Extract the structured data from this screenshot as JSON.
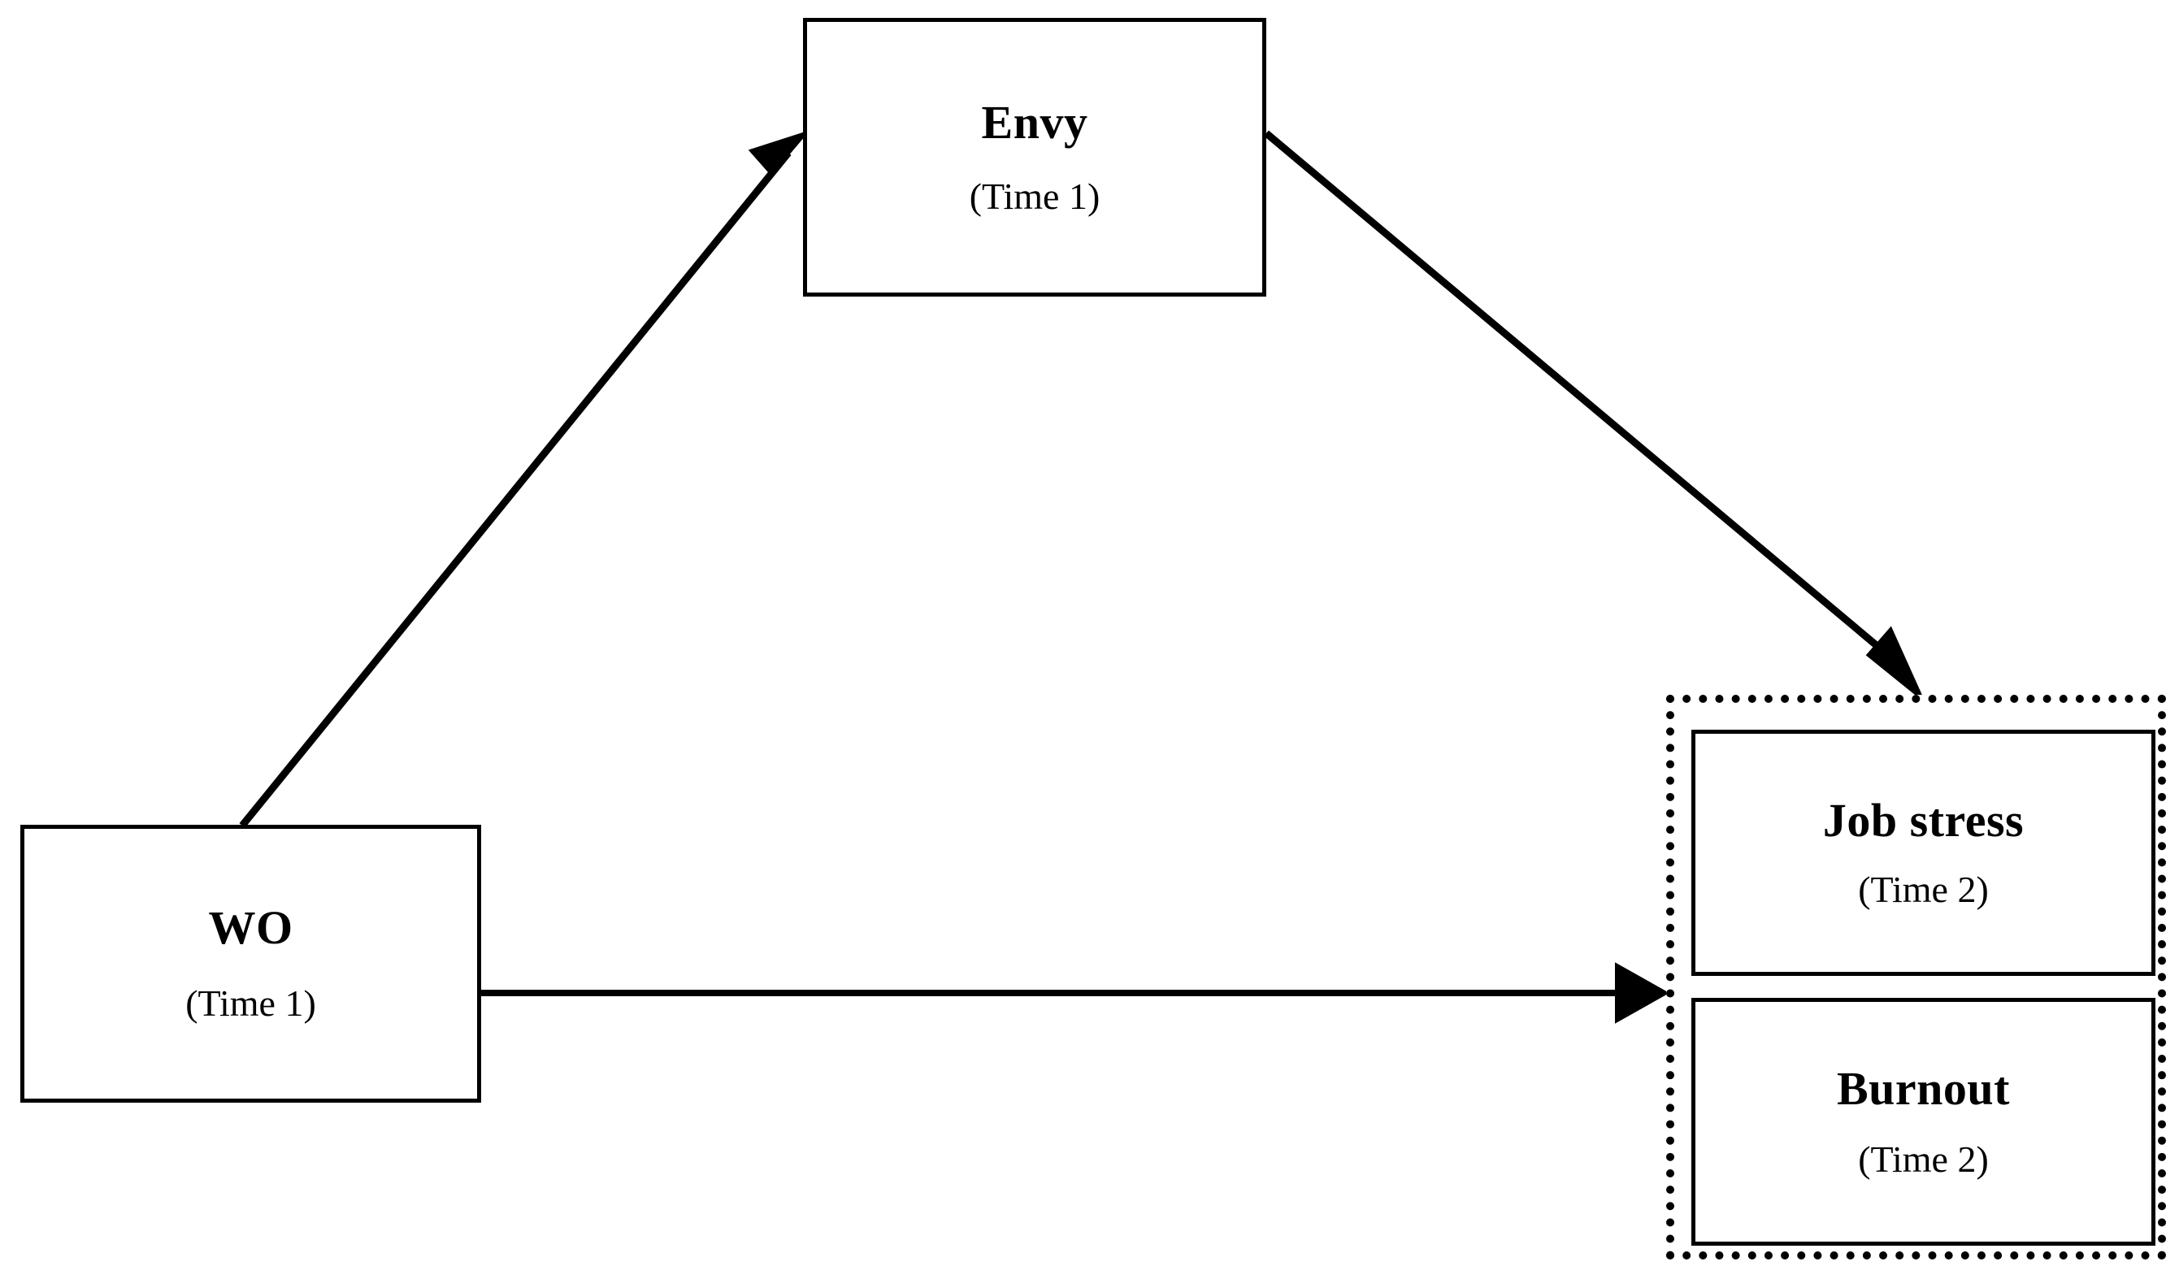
{
  "figure": {
    "type": "path-model-diagram",
    "background_color": "#ffffff",
    "line_color": "#000000"
  },
  "nodes": {
    "predictor": {
      "id": "wo",
      "title": "WO",
      "subtitle": "(Time 1)",
      "border_style": "solid"
    },
    "mediator": {
      "id": "envy",
      "title": "Envy",
      "subtitle": "(Time 1)",
      "border_style": "solid"
    },
    "outcome_group": {
      "id": "outcomes",
      "border_style": "dotted",
      "items": [
        {
          "id": "job-stress",
          "title": "Job stress",
          "subtitle": "(Time 2)",
          "border_style": "solid"
        },
        {
          "id": "burnout",
          "title": "Burnout",
          "subtitle": "(Time 2)",
          "border_style": "solid"
        }
      ]
    }
  },
  "arrows": [
    {
      "id": "wo-to-envy",
      "from": "wo",
      "to": "envy",
      "label": "",
      "style": "solid"
    },
    {
      "id": "envy-to-outcomes",
      "from": "envy",
      "to": "outcomes",
      "label": "",
      "style": "solid"
    },
    {
      "id": "wo-to-outcomes",
      "from": "wo",
      "to": "outcomes",
      "label": "",
      "style": "solid"
    }
  ]
}
